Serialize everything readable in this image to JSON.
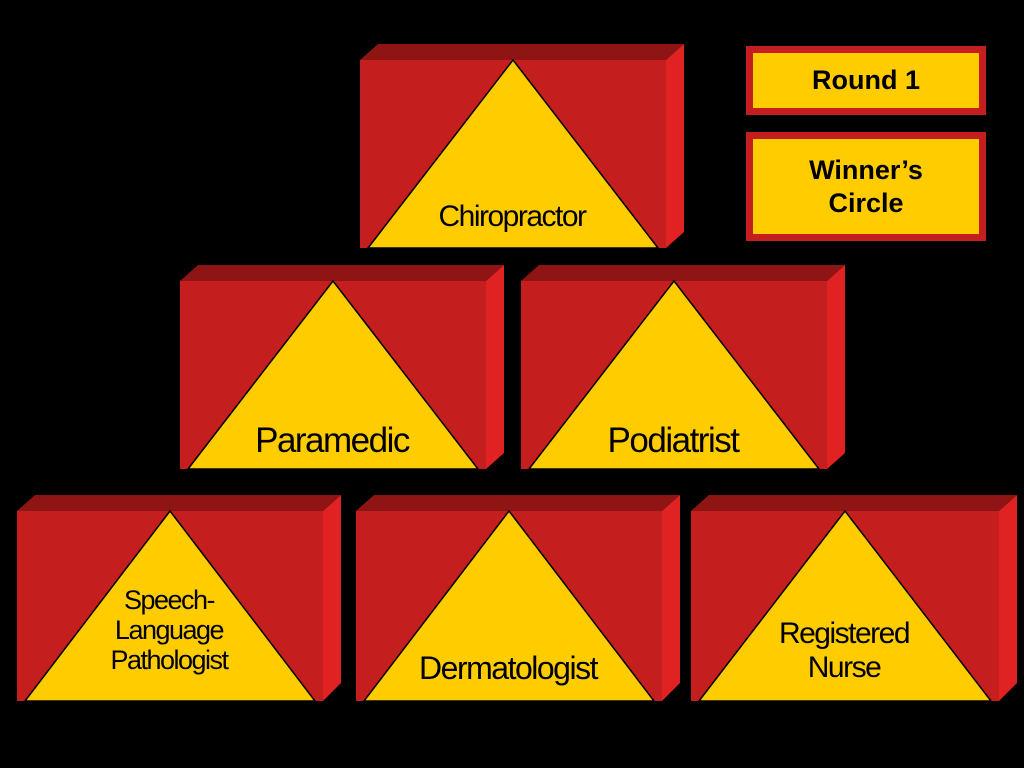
{
  "colors": {
    "background": "#000000",
    "block_front": "#c41e1e",
    "block_top": "#8f1515",
    "block_side": "#e02222",
    "triangle": "#ffcc00",
    "text": "#000000"
  },
  "round_box": {
    "label": "Round 1"
  },
  "winners_box": {
    "label": "Winner’s\nCircle"
  },
  "pyramid": {
    "row1": [
      {
        "label": "Chiropractor"
      }
    ],
    "row2": [
      {
        "label": "Paramedic"
      },
      {
        "label": "Podiatrist"
      }
    ],
    "row3": [
      {
        "label": "Speech-\nLanguage\nPathologist"
      },
      {
        "label": "Dermatologist"
      },
      {
        "label": "Registered\nNurse"
      }
    ]
  }
}
